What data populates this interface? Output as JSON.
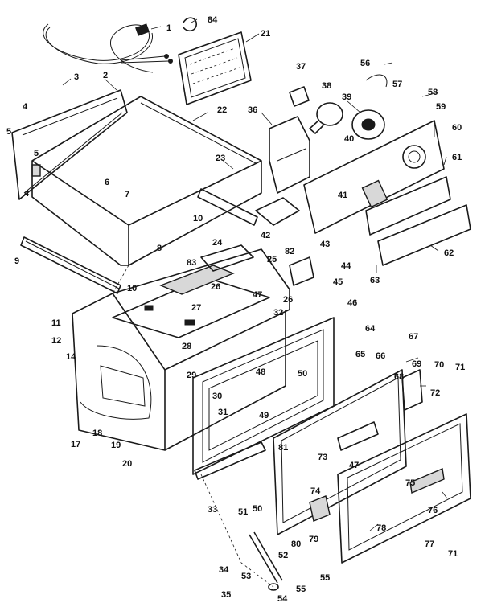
{
  "callouts": [
    "1",
    "2",
    "3",
    "4",
    "4",
    "5",
    "5",
    "6",
    "7",
    "8",
    "9",
    "10",
    "10",
    "11",
    "12",
    "14",
    "17",
    "18",
    "19",
    "20",
    "21",
    "22",
    "23",
    "24",
    "25",
    "26",
    "26",
    "27",
    "28",
    "29",
    "30",
    "31",
    "32",
    "33",
    "34",
    "35",
    "36",
    "37",
    "38",
    "39",
    "40",
    "41",
    "42",
    "43",
    "44",
    "45",
    "46",
    "47",
    "47",
    "48",
    "49",
    "50",
    "50",
    "51",
    "52",
    "53",
    "54",
    "55",
    "55",
    "56",
    "57",
    "58",
    "59",
    "60",
    "61",
    "62",
    "63",
    "64",
    "65",
    "66",
    "67",
    "68",
    "69",
    "70",
    "71",
    "71",
    "72",
    "73",
    "74",
    "75",
    "76",
    "77",
    "78",
    "79",
    "80",
    "81",
    "82",
    "83",
    "84"
  ]
}
